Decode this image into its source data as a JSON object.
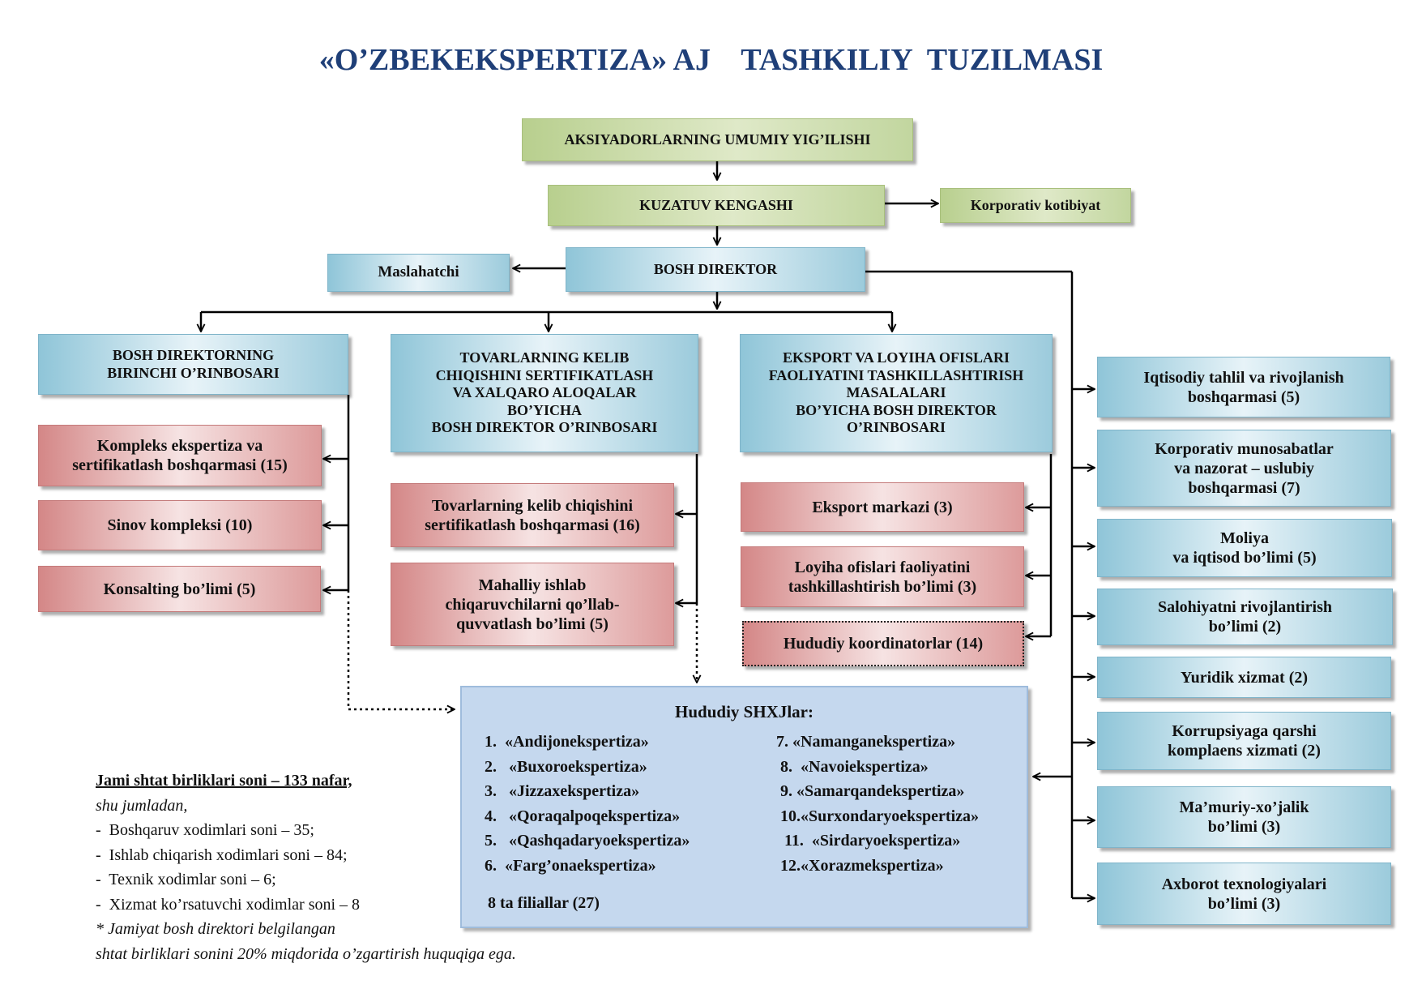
{
  "title": "«O’ZBEKEKSPERTIZA» AJ    TASHKILIY  TUZILMASI",
  "top": {
    "assembly": "AKSIYADORLARNING UMUMIY YIG’ILISHI",
    "board": "KUZATUV  KENGASHI",
    "secretariat": "Korporativ kotibiyat",
    "ceo": "BOSH  DIREKTOR",
    "advisor": "Maslahatchi"
  },
  "deputies": {
    "first": "BOSH  DIREKTORNING\nBIRINCHI O’RINBOSARI",
    "cert": "TOVARLARNING KELIB\nCHIQISHINI SERTIFIKATLASH\nVA XALQARO ALOQALAR\nBO’YICHA\nBOSH DIREKTOR O’RINBOSARI",
    "export": "EKSPORT VA LOYIHA OFISLARI\nFAOLIYATINI TASHKILLASHTIRISH\nMASALALARI\nBO’YICHA BOSH DIREKTOR\nO’RINBOSARI"
  },
  "left_units": [
    "Kompleks ekspertiza va\nsertifikatlash boshqarmasi   (15)",
    "Sinov kompleksi   (10)",
    "Konsalting bo’limi   (5)"
  ],
  "mid_units": [
    "Tovarlarning kelib chiqishini\nsertifikatlash boshqarmasi  (16)",
    "Mahalliy ishlab\nchiqaruvchilarni qo’llab-\nquvvatlash bo’limi   (5)"
  ],
  "export_units": [
    "Eksport markazi   (3)",
    "Loyiha ofislari faoliyatini\ntashkillashtirish  bo’limi   (3)",
    "Hududiy koordinatorlar   (14)"
  ],
  "right_units": [
    "Iqtisodiy tahlil va rivojlanish\nboshqarmasi  (5)",
    "Korporativ munosabatlar\nva nazorat – uslubiy\nboshqarmasi (7)",
    "Moliya\nva iqtisod bo’limi (5)",
    "Salohiyatni rivojlantirish\nbo’limi (2)",
    "Yuridik xizmat (2)",
    "Korrupsiyaga qarshi\nkomplaens xizmati (2)",
    "Ma’muriy-xo’jalik\nbo’limi (3)",
    "Axborot texnologiyalari\nbo’limi (3)"
  ],
  "regional": {
    "title": "Hududiy  SHXJlar:",
    "left_list": [
      "1.  «Andijonekspertiza»",
      "2.   «Buxoroekspertiza»",
      "3.   «Jizzaxekspertiza»",
      "4.   «Qoraqalpoqekspertiza»",
      "5.   «Qashqadaryoekspertiza»",
      "6.  «Farg’onaekspertiza»"
    ],
    "right_list": [
      "7. «Namanganekspertiza»",
      " 8.  «Navoiekspertiza»",
      " 9. «Samarqandekspertiza»",
      " 10.«Surxondaryoekspertiza»",
      "  11.  «Sirdaryoekspertiza»",
      " 12.«Xorazmekspertiza»"
    ],
    "branches": "8 ta filiallar (27)"
  },
  "notes": {
    "total": "Jami shtat birliklari soni – 133 nafar,",
    "including": "shu jumladan,",
    "items": [
      "-  Boshqaruv xodimlari soni – 35;",
      "-  Ishlab chiqarish xodimlari soni – 84;",
      "-  Texnik xodimlar soni – 6;",
      "-  Xizmat ko’rsatuvchi xodimlar soni – 8"
    ],
    "footnote_1": "* Jamiyat bosh direktori belgilangan",
    "footnote_2": "shtat birliklari sonini 20% miqdorida o’zgartirish huquqiga ega."
  },
  "colors": {
    "title": "#1f3f78",
    "green_box": "#c2d69f",
    "blue_box": "#9ccbdc",
    "red_box": "#dd9b9b",
    "regional_box": "#c5d8ee"
  }
}
